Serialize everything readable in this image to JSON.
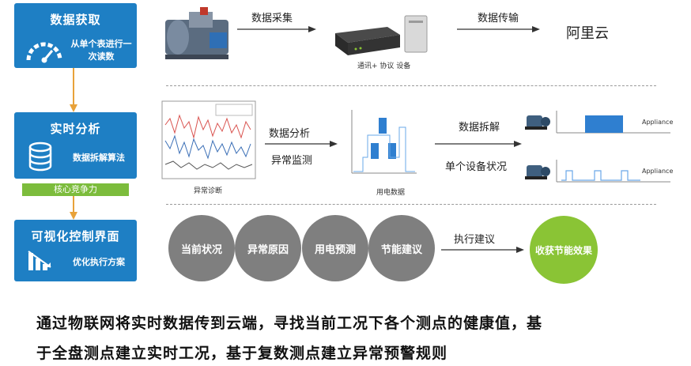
{
  "stages": [
    {
      "title": "数据获取",
      "sub": "从单个表进行一次读数",
      "icon": "gauge-icon"
    },
    {
      "title": "实时分析",
      "sub": "数据拆解算法",
      "icon": "database-icon"
    },
    {
      "title": "可视化控制界面",
      "sub": "优化执行方案",
      "icon": "bar-chart-down-icon"
    }
  ],
  "core_tag": "核心竞争力",
  "row1": {
    "arrow1": "数据采集",
    "device_caption": "通讯+ 协议 设备",
    "arrow2": "数据传输",
    "destination": "阿里云"
  },
  "row2": {
    "plot_caption": "异常诊断",
    "arrow_top": "数据分析",
    "arrow_bottom": "异常监测",
    "usage_caption": "用电数据",
    "split_top": "数据拆解",
    "split_bottom": "单个设备状况",
    "appliance_label": "Appliance"
  },
  "row3": {
    "circles": [
      "当前状况",
      "异常原因",
      "用电预测",
      "节能建议"
    ],
    "arrow": "执行建议",
    "result": "收获节能效果"
  },
  "caption_lines": [
    "通过物联网将实时数据传到云端，寻找当前工况下各个测点的健康值，基",
    "于全盘测点建立实时工况，基于复数测点建立异常预警规则"
  ],
  "colors": {
    "stage_blue": "#1e7fc4",
    "tag_green": "#7cbc3c",
    "circle_gray": "#7f7f7f",
    "result_green": "#8ac435"
  }
}
